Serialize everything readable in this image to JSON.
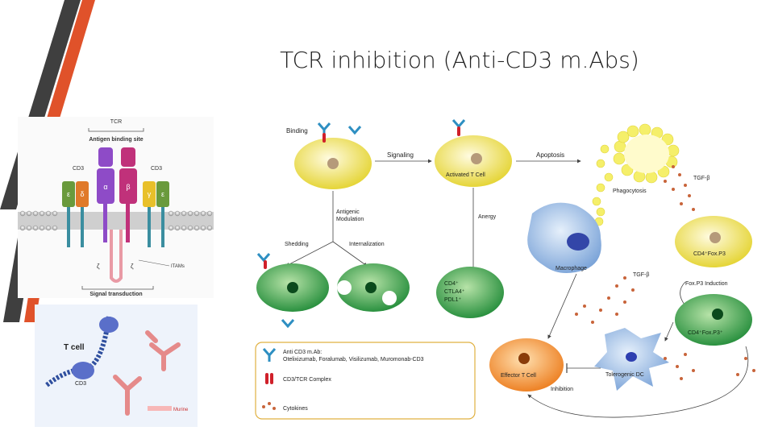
{
  "slide": {
    "title": "TCR inhibition (Anti-CD3 m.Abs)"
  },
  "tcr_panel": {
    "tcr": "TCR",
    "antigen_binding_site": "Antigen binding site",
    "cd3_left": "CD3",
    "cd3_right": "CD3",
    "epsilon_1": "ε",
    "delta": "δ",
    "alpha": "α",
    "beta": "β",
    "gamma": "γ",
    "epsilon_2": "ε",
    "zeta_1": "ζ",
    "zeta_2": "ζ",
    "itams": "ITAMs",
    "signal_transduction": "Signal transduction"
  },
  "tcell_panel": {
    "t_cell": "T cell",
    "cd3": "CD3",
    "murine": "Murine"
  },
  "flow_panel": {
    "binding": "Binding",
    "signaling": "Signaling",
    "activated_t_cell": "Activated T Cell",
    "apoptosis": "Apoptosis",
    "tgf_beta_1": "TGF-β",
    "phagocytosis": "Phagocytosis",
    "antigenic_modulation": "Antigenic\nModulation",
    "anergy": "Anergy",
    "shedding": "Shedding",
    "internalization": "Internalization",
    "macrophage": "Macrophage",
    "cd4_foxp3_top": "CD4⁺Fox.P3",
    "tgf_beta_2": "TGF-β",
    "foxp3_induction": "Fox.P3 Induction",
    "cd4": "CD4⁺",
    "ctla4": "CTLA4⁺",
    "pdl1": "PDL1⁺",
    "cd4_foxp3_bottom": "CD4⁺Fox.P3⁺",
    "effector_t_cell": "Effector T Cell",
    "tolerogenic_dc": "Tolerogenic DC",
    "inhibition": "Inhibition"
  },
  "legend": {
    "anti_cd3_title": "Anti CD3 m.Ab:",
    "anti_cd3_list": "Otelixizumab, Foralumab, Visilizumab, Muromonab-CD3",
    "complex": "CD3/TCR Complex",
    "cytokines": "Cytokines"
  },
  "colors": {
    "accent_orange": "#e0522a",
    "accent_dark": "#4a4a4a",
    "cell_yellow": "#f3ec3c",
    "cell_green": "#2e9a3f",
    "macrophage_blue": "#8fb2df",
    "effector_orange": "#f08a26",
    "dc_blue": "#7ba7e0",
    "cytokine": "#c8643a"
  }
}
